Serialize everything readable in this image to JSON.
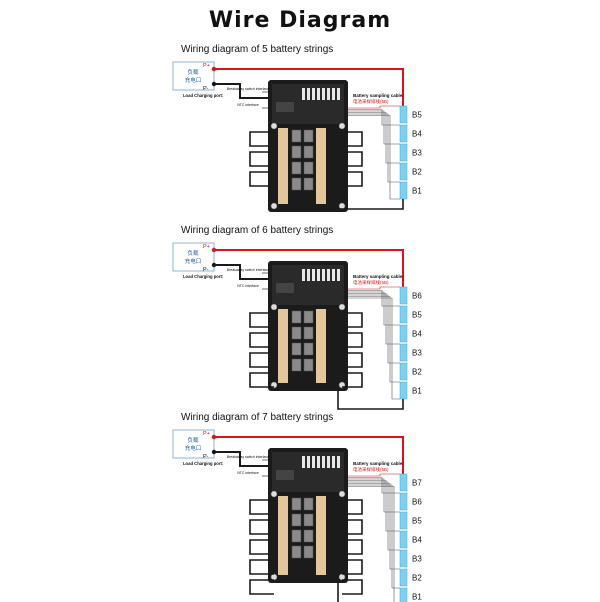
{
  "page_title": "Wire Diagram",
  "diagrams": [
    {
      "title": "Wiring diagram of 5 battery strings",
      "cells": [
        "B5",
        "B4",
        "B3",
        "B2",
        "B1"
      ]
    },
    {
      "title": "Wiring diagram of 6 battery strings",
      "cells": [
        "B6",
        "B5",
        "B4",
        "B3",
        "B2",
        "B1"
      ]
    },
    {
      "title": "Wiring diagram of 7 battery strings",
      "cells": [
        "B7",
        "B6",
        "B5",
        "B4",
        "B3",
        "B2",
        "B1"
      ]
    }
  ],
  "load_port": {
    "p_plus": "P+",
    "p_minus": "P-",
    "cn_label_1": "负载",
    "cn_label_2": "充电口",
    "en_label": "Load Charging port:"
  },
  "sampling": {
    "en_label": "Battery sampling cable:",
    "cn_label": "电池采样排线(5B)"
  },
  "board_side_labels": [
    "Breakaway switch interface",
    "NTC interface"
  ],
  "colors": {
    "wire_red": "#d9141b",
    "wire_black": "#1a1a1a",
    "board": "#1b1b1b",
    "battery": "#7fd0f0",
    "pad": "#e3c79a"
  }
}
